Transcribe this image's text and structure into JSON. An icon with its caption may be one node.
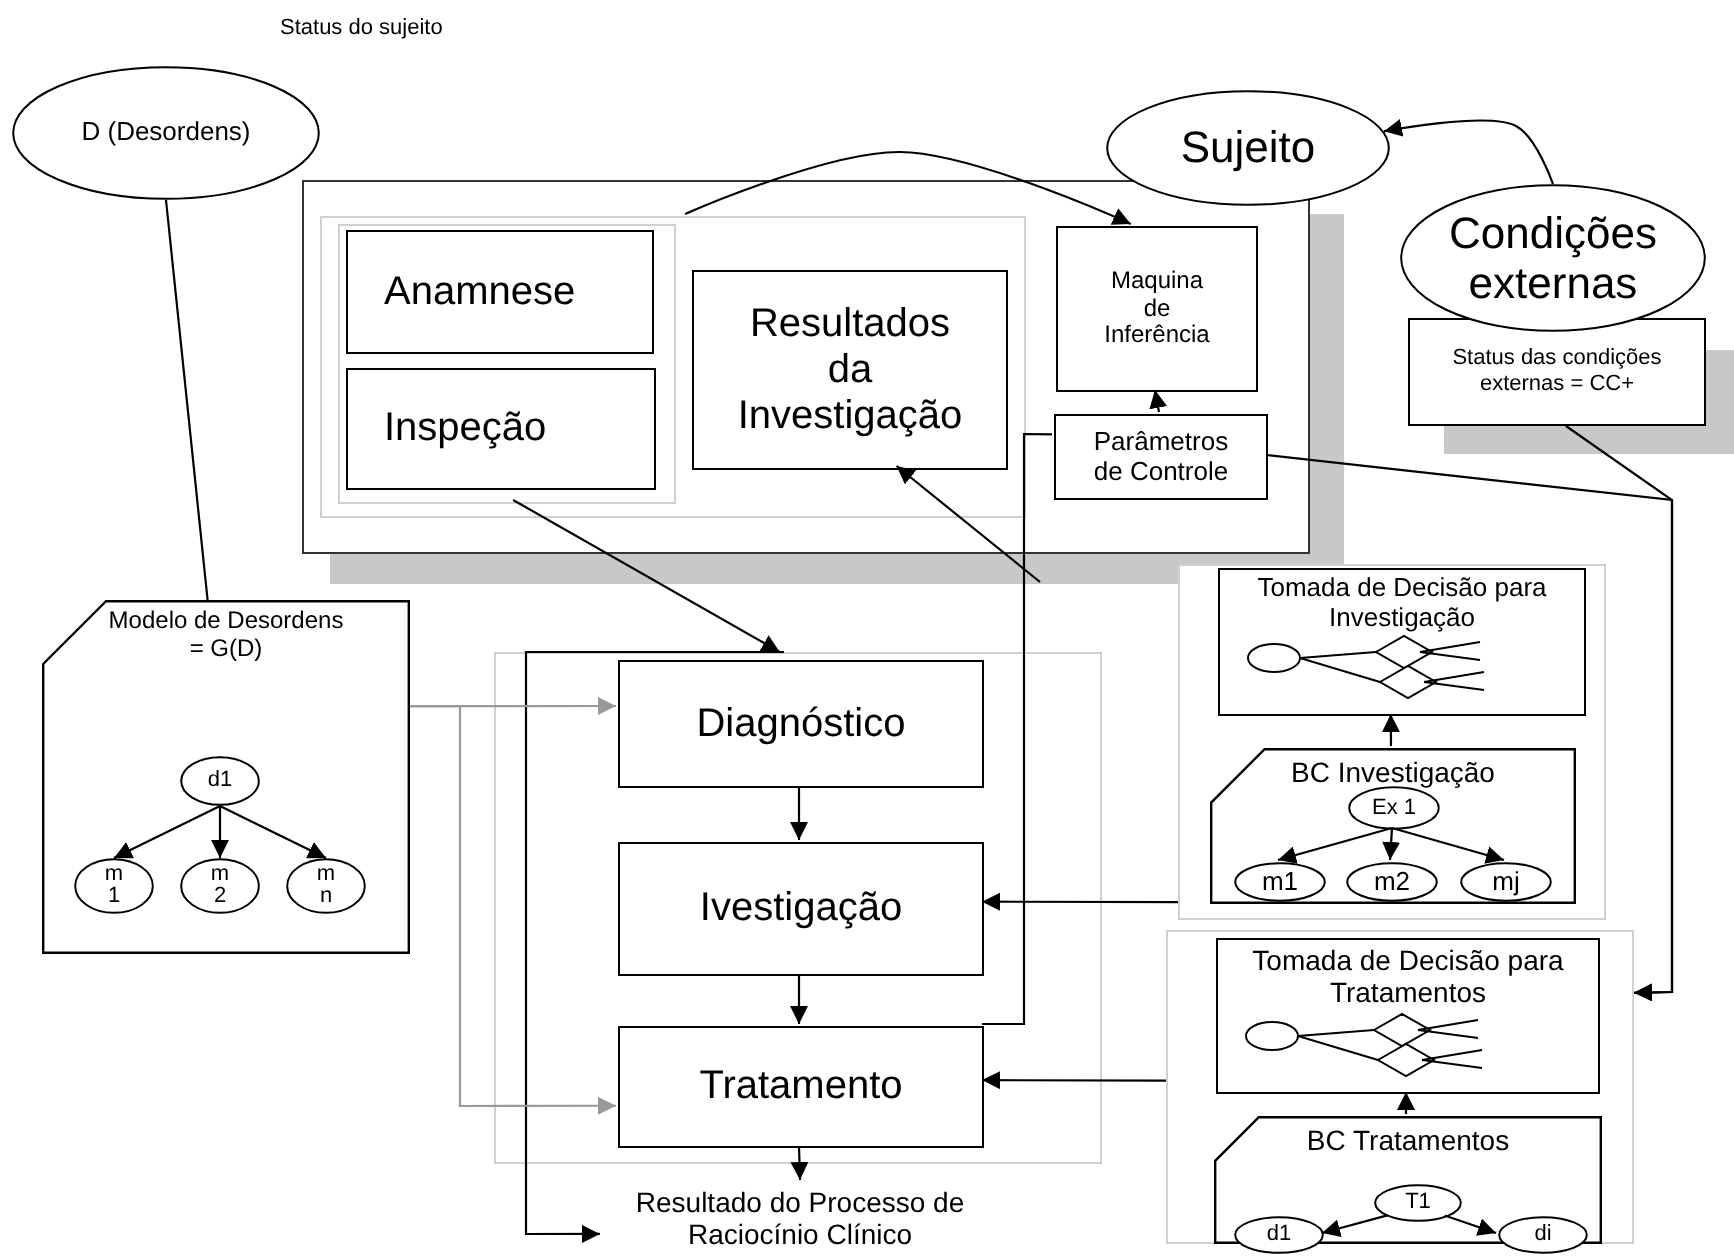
{
  "diagram": {
    "nodes": [
      {
        "text": [
          "D (Desordens)"
        ]
      },
      {
        "text": [
          "Sujeito"
        ]
      },
      {
        "text": [
          "Condições externas"
        ]
      },
      {
        "text": [
          "Status das condições externas = CC+"
        ]
      },
      {
        "text": [],
        "shape": "box"
      },
      {
        "text": [],
        "shape": "box",
        "in": 4
      },
      {
        "text": [],
        "shape": "box",
        "in": 5
      },
      {
        "text": [
          "Anamnese"
        ],
        "in": 6
      },
      {
        "text": [
          "Inspeção"
        ],
        "in": 6
      },
      {
        "text": [
          "Resultados da Investigação"
        ],
        "in": 5
      },
      {
        "text": [
          "Maquina de Inferência"
        ],
        "in": 4
      },
      {
        "text": [
          "Parâmetros de Controle"
        ],
        "in": 4
      },
      {
        "text": [
          "Modelo de Desordens = G(D)"
        ]
      },
      {
        "text": [
          "d1"
        ],
        "in": 12
      },
      {
        "text": [
          "m 1"
        ],
        "in": 12
      },
      {
        "text": [
          "m 2"
        ],
        "in": 12
      },
      {
        "text": [
          "m n"
        ],
        "in": 12
      },
      {
        "text": [],
        "shape": "box"
      },
      {
        "text": [
          "Tomada de Decisão para Investigação"
        ],
        "in": 17
      },
      {
        "text": [
          "BC Investigação"
        ],
        "in": 17
      },
      {
        "text": [
          "Ex 1"
        ],
        "in": 19
      },
      {
        "text": [
          "m1"
        ],
        "in": 19
      },
      {
        "text": [
          "m2"
        ],
        "in": 19
      },
      {
        "text": [
          "mj"
        ],
        "in": 19
      },
      {
        "text": [],
        "shape": "box"
      },
      {
        "text": [
          "Diagnóstico"
        ],
        "in": 24
      },
      {
        "text": [
          "Ivestigação"
        ],
        "in": 24
      },
      {
        "text": [
          "Tratamento"
        ],
        "in": 24
      },
      {
        "text": [
          "Resultado do Processo de Raciocínio Clínico"
        ]
      },
      {
        "text": [],
        "shape": "box"
      },
      {
        "text": [
          "Tomada de Decisão para Tratamentos"
        ],
        "in": 29
      },
      {
        "text": [
          "BC Tratamentos"
        ],
        "in": 29
      },
      {
        "text": [
          "T1"
        ],
        "in": 31
      },
      {
        "text": [
          "d1"
        ],
        "in": 31
      },
      {
        "text": [
          "di"
        ],
        "in": 31
      }
    ],
    "edges": [
      {
        "from": 0,
        "to": 12,
        "arrow": "none"
      },
      {
        "from": 2,
        "to": 1,
        "arrow": "to"
      },
      {
        "from": 5,
        "to": 10,
        "arrow": "to"
      },
      {
        "from": 11,
        "to": 10,
        "arrow": "to"
      },
      {
        "from": 11,
        "to": 27,
        "arrow": "none"
      },
      {
        "from": null,
        "to": 9,
        "arrow": "to"
      },
      {
        "from": 6,
        "to": 24,
        "arrow": "to"
      },
      {
        "from": 24,
        "to": 28,
        "arrow": "to"
      },
      {
        "from": 3,
        "to": 29,
        "arrow": "to"
      },
      {
        "from": 11,
        "to": 29,
        "arrow": "to"
      },
      {
        "from": 12,
        "to": 25,
        "arrow": "to",
        "color": "#999999"
      },
      {
        "from": 12,
        "to": 27,
        "arrow": "to",
        "color": "#999999"
      },
      {
        "from": 13,
        "to": 14,
        "arrow": "to"
      },
      {
        "from": 13,
        "to": 15,
        "arrow": "to"
      },
      {
        "from": 13,
        "to": 16,
        "arrow": "to"
      },
      {
        "from": 25,
        "to": 26,
        "arrow": "to"
      },
      {
        "from": 26,
        "to": 27,
        "arrow": "to"
      },
      {
        "from": 27,
        "to": 28,
        "arrow": "to"
      },
      {
        "from": 19,
        "to": 18,
        "arrow": "to"
      },
      {
        "from": 20,
        "to": 21,
        "arrow": "to"
      },
      {
        "from": 20,
        "to": 22,
        "arrow": "to"
      },
      {
        "from": 20,
        "to": 23,
        "arrow": "to"
      },
      {
        "from": 17,
        "to": 26,
        "arrow": "to"
      },
      {
        "from": 31,
        "to": 30,
        "arrow": "to"
      },
      {
        "from": 32,
        "to": 33,
        "arrow": "to"
      },
      {
        "from": 32,
        "to": 34,
        "arrow": "to"
      },
      {
        "from": 29,
        "to": 27,
        "arrow": "to"
      }
    ],
    "labels": [
      "Status do sujeito"
    ]
  }
}
